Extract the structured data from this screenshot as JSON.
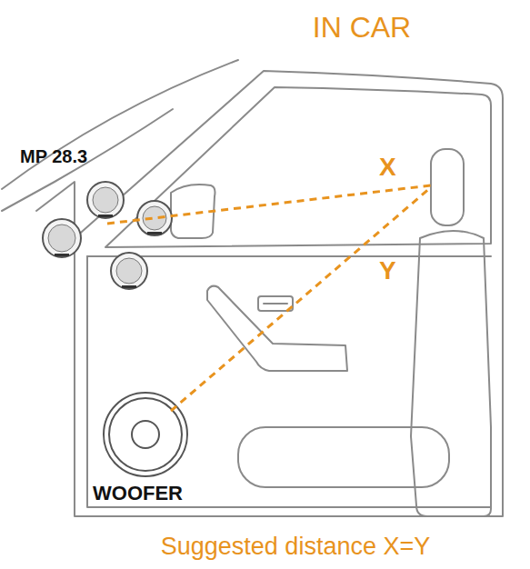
{
  "diagram": {
    "title": "IN CAR",
    "caption": "Suggested distance X=Y",
    "labels": [
      "MP 28.3",
      "X",
      "Y",
      "WOOFER"
    ]
  }
}
